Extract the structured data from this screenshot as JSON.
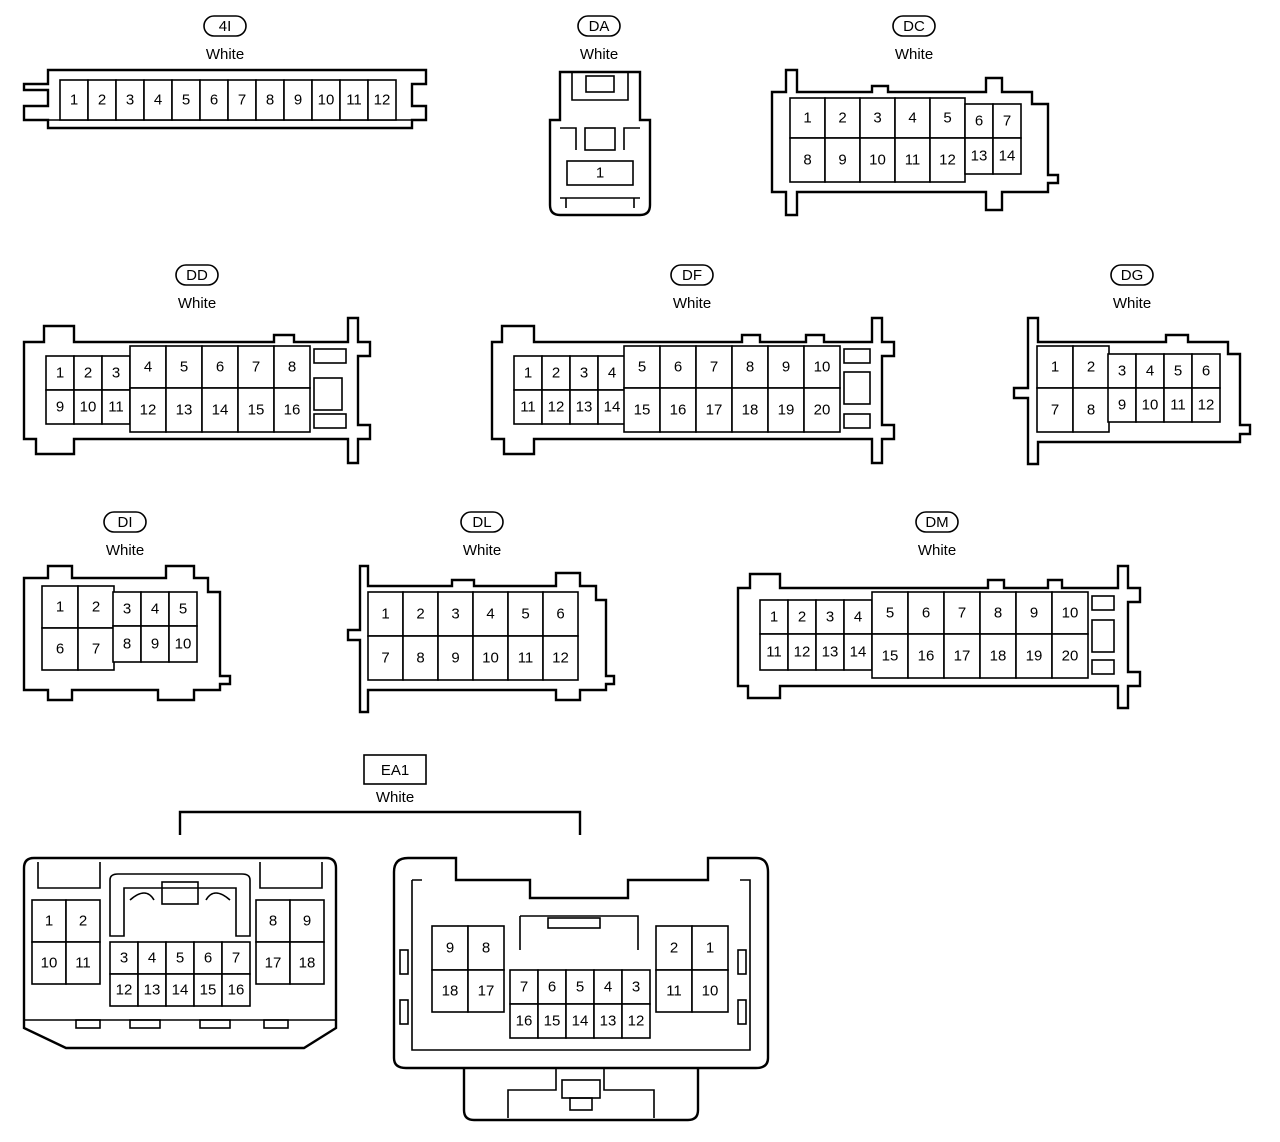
{
  "connectors": [
    {
      "id": "4I",
      "color": "White",
      "rows": [
        [
          "1",
          "2",
          "3",
          "4",
          "5",
          "6",
          "7",
          "8",
          "9",
          "10",
          "11",
          "12"
        ]
      ]
    },
    {
      "id": "DA",
      "color": "White",
      "rows": [
        [
          "1"
        ]
      ]
    },
    {
      "id": "DC",
      "color": "White",
      "rows": [
        [
          "1",
          "2",
          "3",
          "4",
          "5",
          "6",
          "7"
        ],
        [
          "8",
          "9",
          "10",
          "11",
          "12",
          "13",
          "14"
        ]
      ]
    },
    {
      "id": "DD",
      "color": "White",
      "rows": [
        [
          "1",
          "2",
          "3",
          "4",
          "5",
          "6",
          "7",
          "8"
        ],
        [
          "9",
          "10",
          "11",
          "12",
          "13",
          "14",
          "15",
          "16"
        ]
      ]
    },
    {
      "id": "DF",
      "color": "White",
      "rows": [
        [
          "1",
          "2",
          "3",
          "4",
          "5",
          "6",
          "7",
          "8",
          "9",
          "10"
        ],
        [
          "11",
          "12",
          "13",
          "14",
          "15",
          "16",
          "17",
          "18",
          "19",
          "20"
        ]
      ]
    },
    {
      "id": "DG",
      "color": "White",
      "rows": [
        [
          "1",
          "2",
          "3",
          "4",
          "5",
          "6"
        ],
        [
          "7",
          "8",
          "9",
          "10",
          "11",
          "12"
        ]
      ]
    },
    {
      "id": "DI",
      "color": "White",
      "rows": [
        [
          "1",
          "2",
          "3",
          "4",
          "5"
        ],
        [
          "6",
          "7",
          "8",
          "9",
          "10"
        ]
      ]
    },
    {
      "id": "DL",
      "color": "White",
      "rows": [
        [
          "1",
          "2",
          "3",
          "4",
          "5",
          "6"
        ],
        [
          "7",
          "8",
          "9",
          "10",
          "11",
          "12"
        ]
      ]
    },
    {
      "id": "DM",
      "color": "White",
      "rows": [
        [
          "1",
          "2",
          "3",
          "4",
          "5",
          "6",
          "7",
          "8",
          "9",
          "10"
        ],
        [
          "11",
          "12",
          "13",
          "14",
          "15",
          "16",
          "17",
          "18",
          "19",
          "20"
        ]
      ]
    },
    {
      "id": "EA1",
      "color": "White",
      "left_part": {
        "groups": [
          [
            "1",
            "2",
            "10",
            "11"
          ],
          [
            "3",
            "4",
            "5",
            "6",
            "7",
            "12",
            "13",
            "14",
            "15",
            "16"
          ],
          [
            "8",
            "9",
            "17",
            "18"
          ]
        ]
      },
      "right_part": {
        "groups": [
          [
            "9",
            "8",
            "18",
            "17"
          ],
          [
            "7",
            "6",
            "5",
            "4",
            "3",
            "16",
            "15",
            "14",
            "13",
            "12"
          ],
          [
            "2",
            "1",
            "11",
            "10"
          ]
        ]
      }
    }
  ]
}
